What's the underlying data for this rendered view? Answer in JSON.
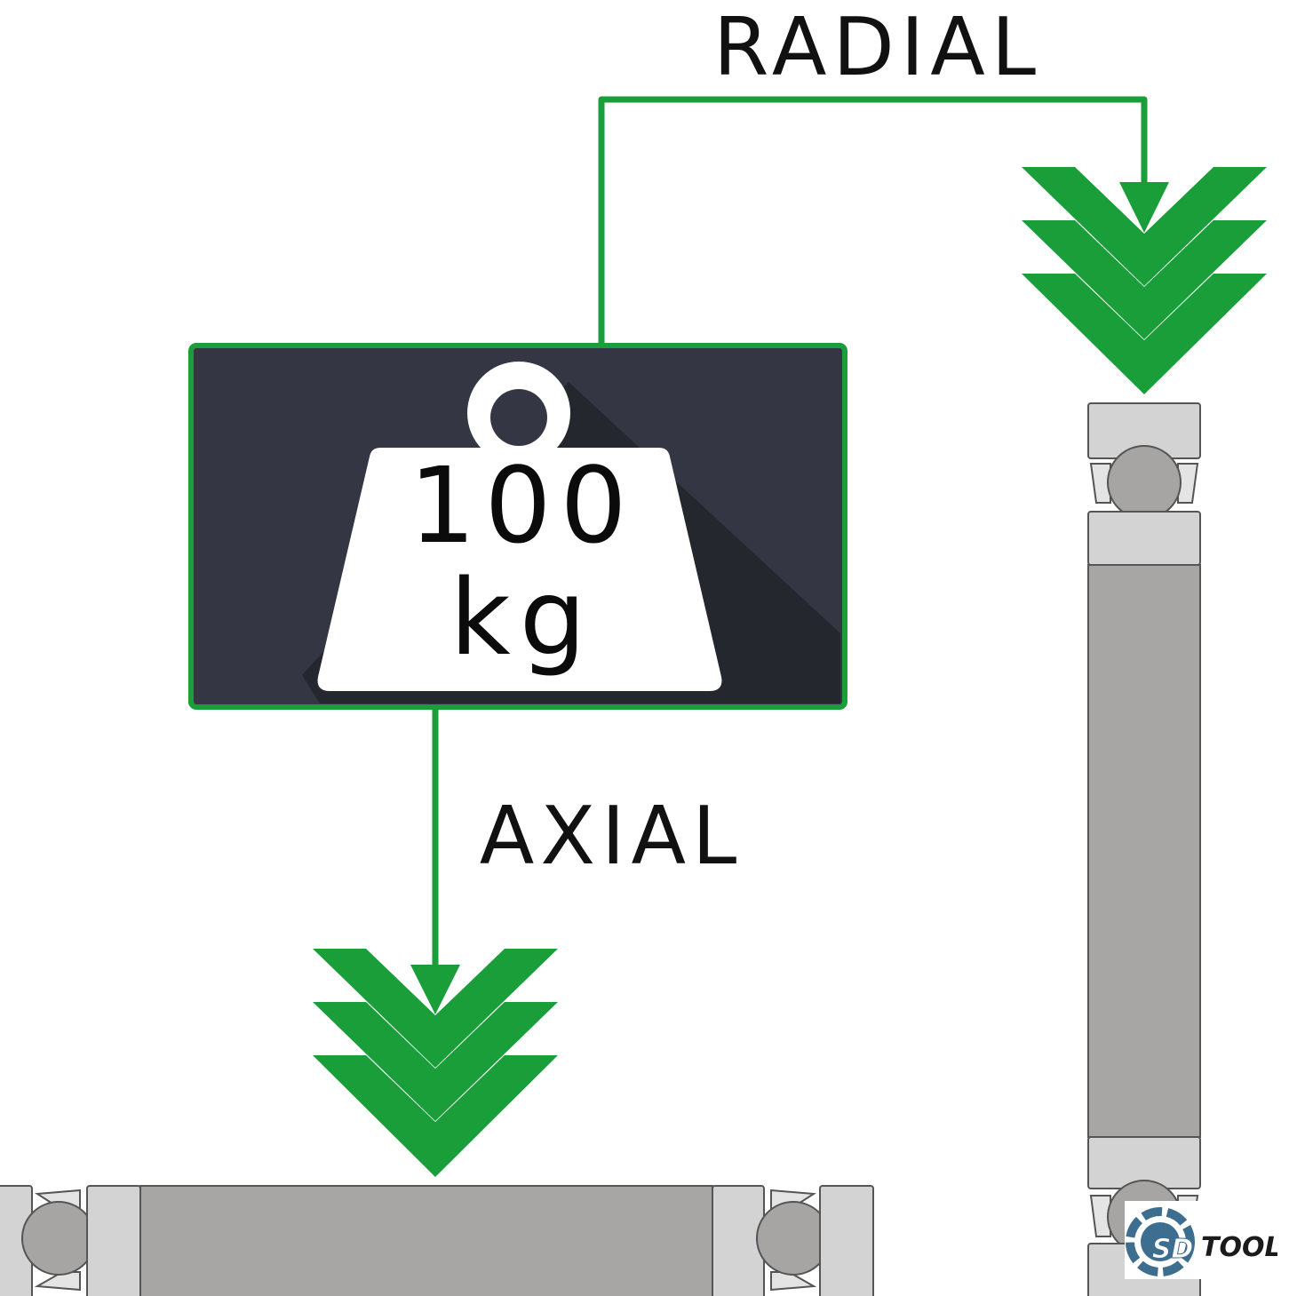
{
  "labels": {
    "radial": "RADIAL",
    "axial": "AXIAL"
  },
  "weight": {
    "value": "100",
    "unit": "kg"
  },
  "logo": {
    "mark": "SD",
    "text": "TOOLS"
  },
  "colors": {
    "accent_green": "#1a9e3a",
    "weight_box_bg": "#343743",
    "weight_shadow": "#24262e",
    "bearing_light": "#d3d3d3",
    "bearing_mid": "#a8a6a5",
    "ball": "#a7a5a4",
    "logo_blue": "#3d6e8f"
  },
  "icons": [
    "down-arrow-icon",
    "chevron-down-icon",
    "weight-icon",
    "ball-bearing-icon",
    "sd-tools-logo-icon"
  ]
}
